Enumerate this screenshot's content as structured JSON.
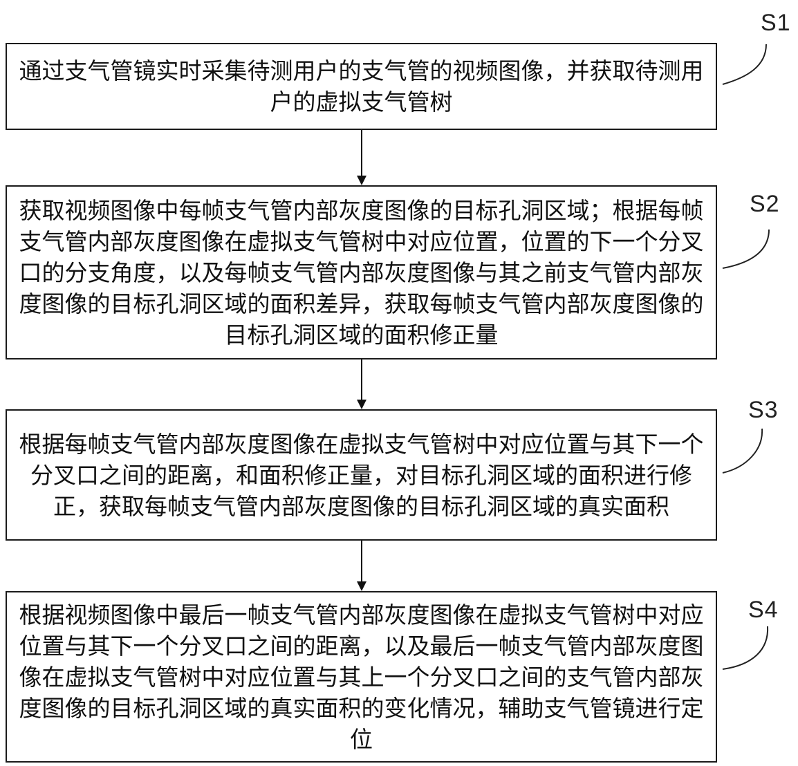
{
  "steps": [
    {
      "tag": "S1",
      "text": "通过支气管镜实时采集待测用户的支气管的视频图像，并获取待测用户的虚拟支气管树"
    },
    {
      "tag": "S2",
      "text": "获取视频图像中每帧支气管内部灰度图像的目标孔洞区域；根据每帧支气管内部灰度图像在虚拟支气管树中对应位置，位置的下一个分叉口的分支角度，以及每帧支气管内部灰度图像与其之前支气管内部灰度图像的目标孔洞区域的面积差异，获取每帧支气管内部灰度图像的目标孔洞区域的面积修正量"
    },
    {
      "tag": "S3",
      "text": "根据每帧支气管内部灰度图像在虚拟支气管树中对应位置与其下一个分叉口之间的距离，和面积修正量，对目标孔洞区域的面积进行修正，获取每帧支气管内部灰度图像的目标孔洞区域的真实面积"
    },
    {
      "tag": "S4",
      "text": "根据视频图像中最后一帧支气管内部灰度图像在虚拟支气管树中对应位置与其下一个分叉口之间的距离，以及最后一帧支气管内部灰度图像在虚拟支气管树中对应位置与其上一个分叉口之间的支气管内部灰度图像的目标孔洞区域的真实面积的变化情况，辅助支气管镜进行定位"
    }
  ]
}
